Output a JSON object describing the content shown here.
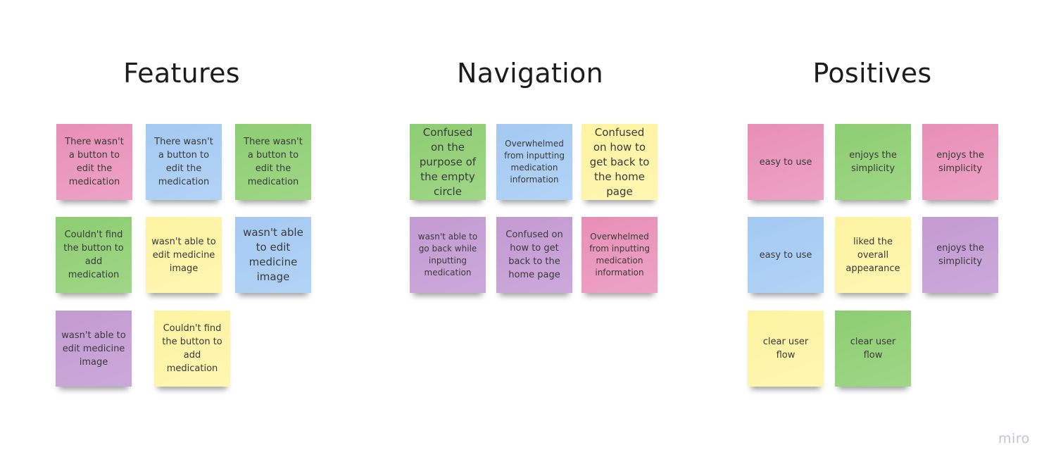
{
  "board": {
    "brand_watermark": "miro",
    "colors": {
      "pink": "#ea97bd",
      "blue": "#a9cdf3",
      "green": "#93d17a",
      "yellow": "#fef4a8",
      "purple": "#c7a1d5",
      "text": "#3a3a3a",
      "title": "#1c1c1c"
    },
    "sections": [
      {
        "title": "Features",
        "notes": [
          {
            "text": "There wasn't a button to edit the medication",
            "color": "pink"
          },
          {
            "text": "There wasn't a button to edit the medication",
            "color": "blue"
          },
          {
            "text": "There wasn't a button to edit the medication",
            "color": "green"
          },
          {
            "text": "Couldn't find the button to add medication",
            "color": "green"
          },
          {
            "text": "wasn't able to edit medicine image",
            "color": "yellow"
          },
          {
            "text": "wasn't able to edit medicine image",
            "color": "blue"
          },
          {
            "text": "wasn't able to edit medicine image",
            "color": "purple"
          },
          {
            "text": "Couldn't find the button to add medication",
            "color": "yellow"
          }
        ]
      },
      {
        "title": "Navigation",
        "notes": [
          {
            "text": "Confused on the purpose of the empty circle",
            "color": "green"
          },
          {
            "text": "Overwhelmed from inputting medication information",
            "color": "blue"
          },
          {
            "text": "Confused on how to get back to the home page",
            "color": "yellow"
          },
          {
            "text": "wasn't able to go back while inputting medication",
            "color": "purple"
          },
          {
            "text": "Confused on how to get back to the home page",
            "color": "purple"
          },
          {
            "text": "Overwhelmed from inputting medication information",
            "color": "pink"
          }
        ]
      },
      {
        "title": "Positives",
        "notes": [
          {
            "text": "easy to use",
            "color": "pink"
          },
          {
            "text": "enjoys the simplicity",
            "color": "green"
          },
          {
            "text": "enjoys the simplicity",
            "color": "pink"
          },
          {
            "text": "easy to use",
            "color": "blue"
          },
          {
            "text": "liked the overall appearance",
            "color": "yellow"
          },
          {
            "text": "enjoys the simplicity",
            "color": "purple"
          },
          {
            "text": "clear user flow",
            "color": "yellow"
          },
          {
            "text": "clear user flow",
            "color": "green"
          }
        ]
      }
    ]
  }
}
